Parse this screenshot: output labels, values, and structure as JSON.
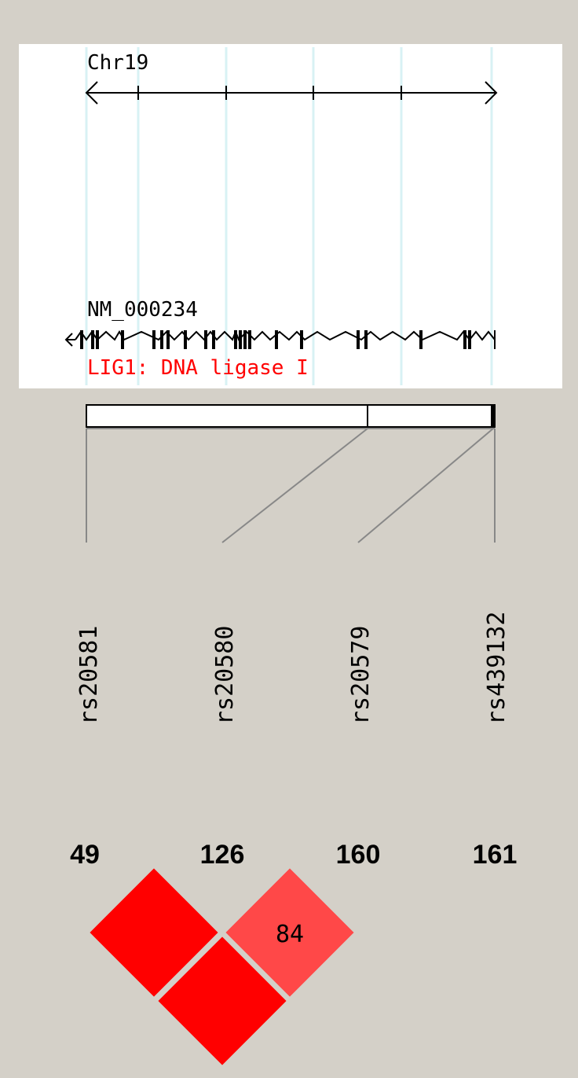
{
  "chromosome": {
    "label": "Chr19"
  },
  "gene": {
    "transcript": "NM_000234",
    "name": "LIG1: DNA ligase I",
    "name_color": "#ff0000"
  },
  "snps": [
    {
      "id": "rs20581",
      "position": 49
    },
    {
      "id": "rs20580",
      "position": 126
    },
    {
      "id": "rs20579",
      "position": 160
    },
    {
      "id": "rs439132",
      "position": 161
    }
  ],
  "ld_cells": [
    {
      "pair": [
        "rs20581",
        "rs20580"
      ],
      "value": "",
      "color": "#ff0000"
    },
    {
      "pair": [
        "rs20580",
        "rs20579"
      ],
      "value": "84",
      "color": "#ff4848"
    },
    {
      "pair": [
        "rs20581",
        "rs20579"
      ],
      "value": "",
      "color": "#ff0000"
    }
  ],
  "colors": {
    "background": "#d4d0c8",
    "panel": "#ffffff",
    "guide_lines": "#d8f2f4",
    "track": "#000000",
    "connector": "#888888"
  }
}
